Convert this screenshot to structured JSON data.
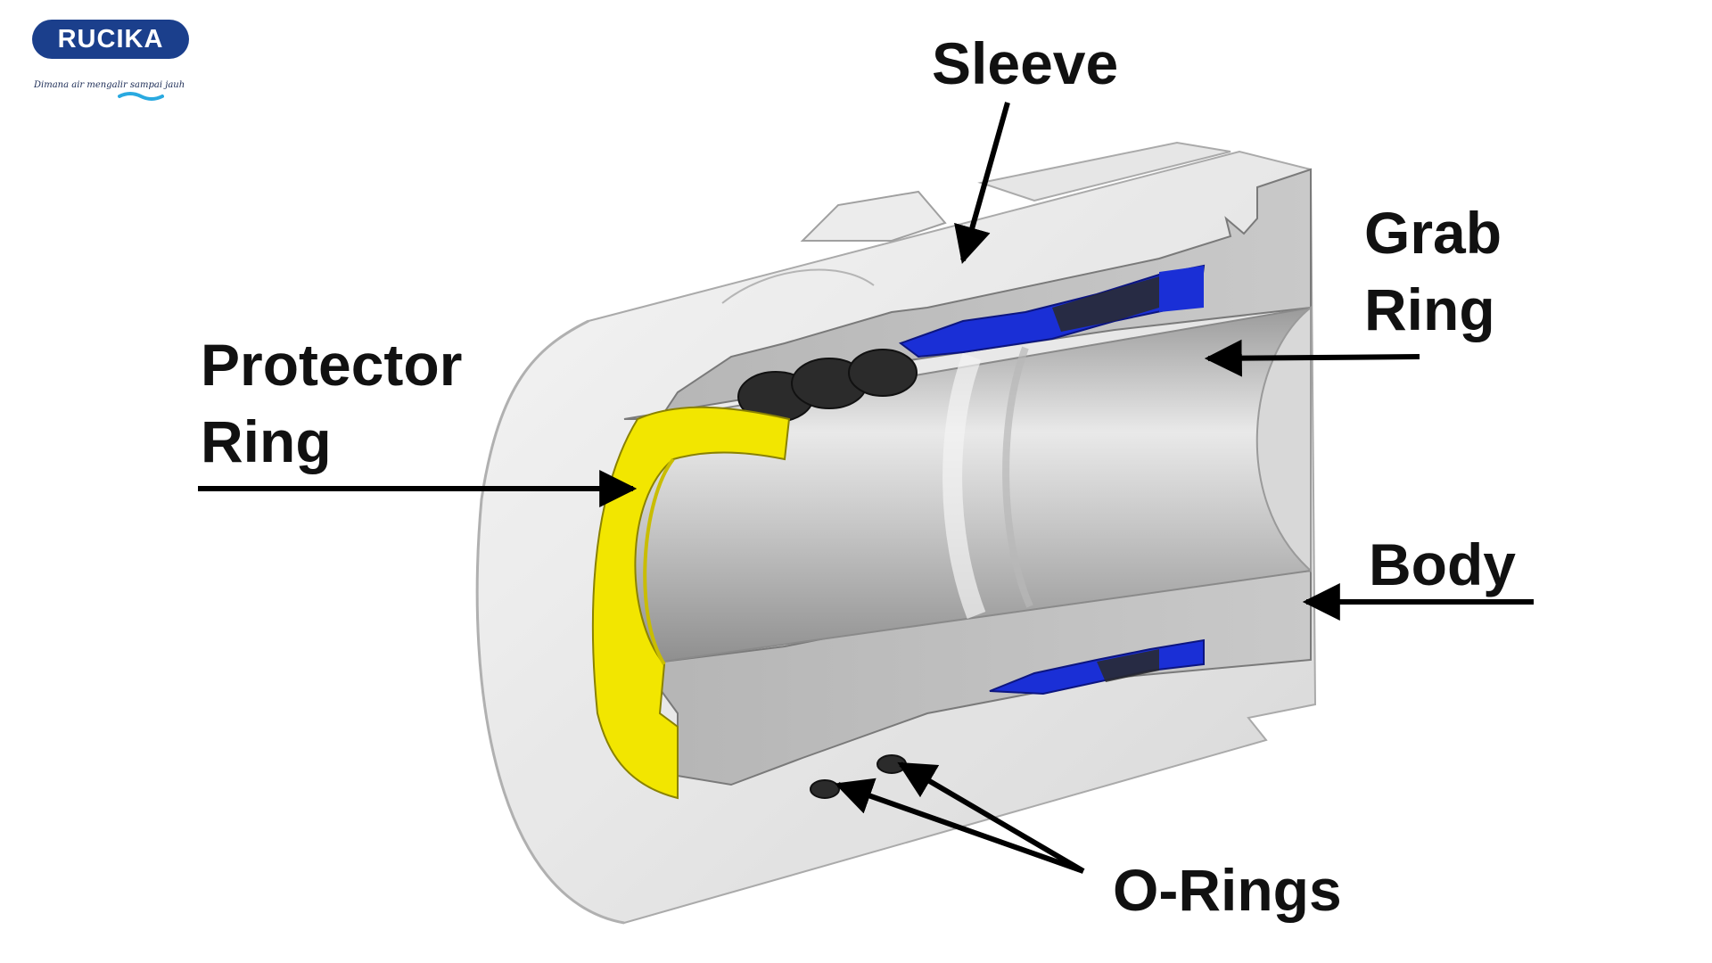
{
  "logo": {
    "name": "RUCIKA",
    "tagline": "Dimana air mengalir sampai jauh",
    "colors": {
      "brand": "#1b3f8c",
      "wave": "#29a9e0"
    }
  },
  "labels": {
    "sleeve": "Sleeve",
    "grab_ring": "Grab\nRing",
    "protector_ring": "Protector\nRing",
    "body": "Body",
    "o_rings": "O-Rings"
  },
  "colors": {
    "protector_ring": "#f2e600",
    "grab_ring": "#1a2fd6",
    "o_rings": "#2b2b2b",
    "body": "#bdbdbd",
    "sleeve": "#e4e4e4",
    "arrow": "#000000"
  }
}
